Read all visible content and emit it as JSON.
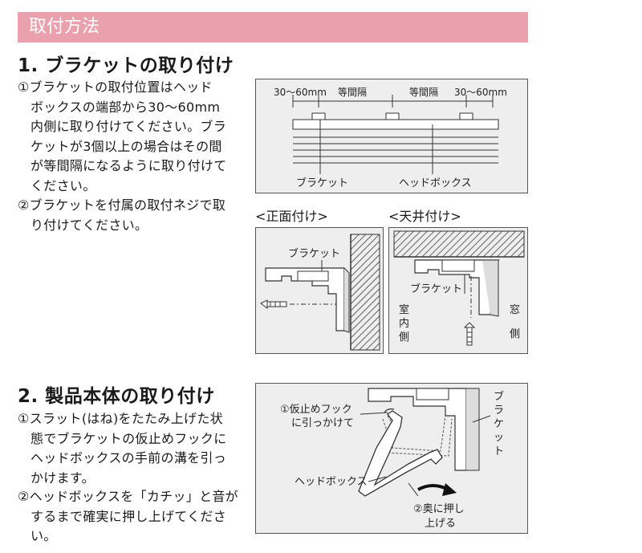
{
  "header": {
    "title": "取付方法"
  },
  "section1": {
    "title": "1. ブラケットの取り付け",
    "step1": [
      "①ブラケットの取付位置はヘッド",
      "ボックスの端部から30～60mm",
      "内側に取り付けてください。ブラ",
      "ケットが3個以上の場合はその間",
      "が等間隔になるように取り付けて",
      "ください。"
    ],
    "step2": [
      "②ブラケットを付属の取付ネジで取",
      "り付けてください。"
    ]
  },
  "diagram1": {
    "dim_left": "30～60mm",
    "dim_mid_left": "等間隔",
    "dim_mid_right": "等間隔",
    "dim_right": "30～60mm",
    "label_bracket": "ブラケット",
    "label_headbox": "ヘッドボックス"
  },
  "front_mount": {
    "title": "<正面付け>",
    "label_bracket": "ブラケット"
  },
  "ceiling_mount": {
    "title": "<天井付け>",
    "label_bracket": "ブラケット",
    "label_room": [
      "室",
      "内",
      "側"
    ],
    "label_window": [
      "窓",
      "側"
    ]
  },
  "section2": {
    "title": "2. 製品本体の取り付け",
    "step1": [
      "①スラット(はね)をたたみ上げた状",
      "態でブラケットの仮止めフックに",
      "ヘッドボックスの手前の溝を引っ",
      "かけます。"
    ],
    "step2": [
      "②ヘッドボックスを「カチッ」と音が",
      "するまで確実に押し上げてくださ",
      "い。"
    ]
  },
  "diagram2": {
    "label_hook": [
      "①仮止めフック",
      "に引っかけて"
    ],
    "label_bracket_vertical": [
      "ブ",
      "ラ",
      "ケ",
      "ッ",
      "ト"
    ],
    "label_headbox": "ヘッドボックス",
    "label_push": [
      "②奥に押し",
      "上げる"
    ]
  }
}
